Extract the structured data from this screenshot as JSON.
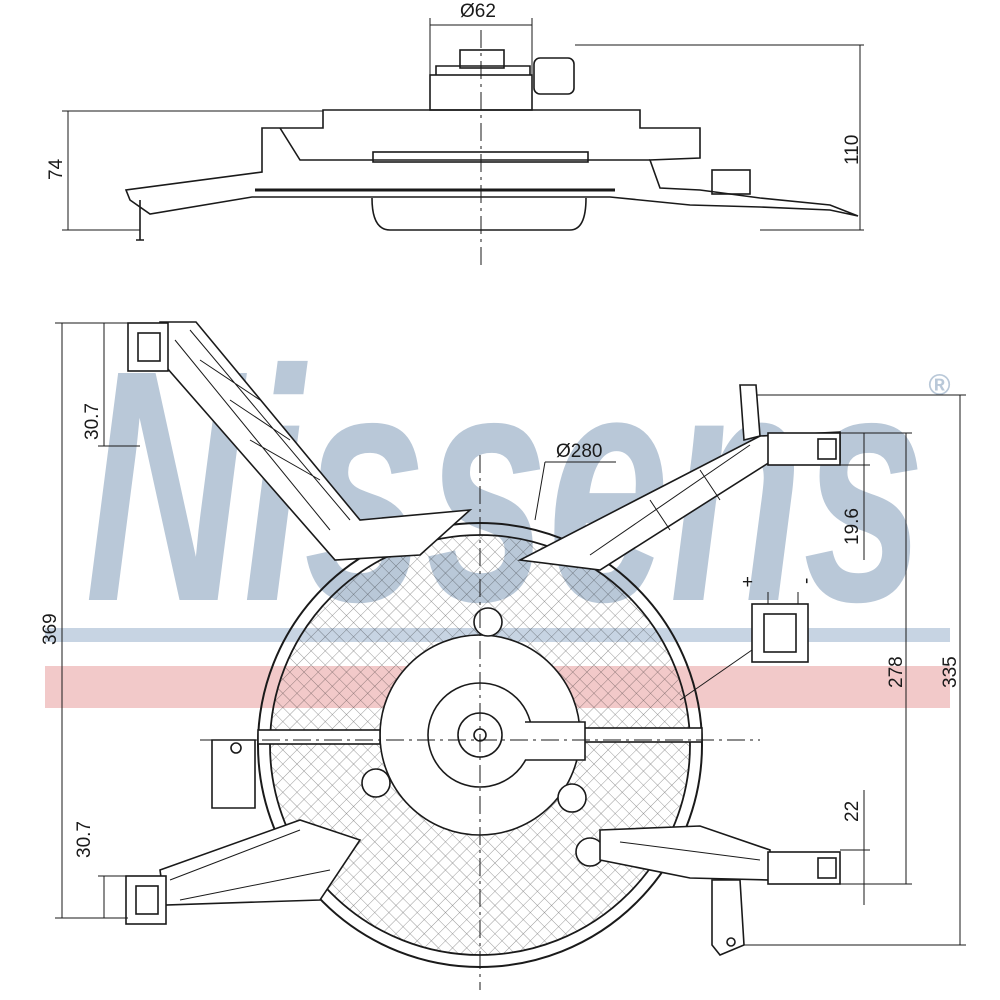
{
  "watermark": {
    "brand": "Nissens",
    "registered_mark": "®",
    "text_color": "#b9c8d8",
    "band_blue": "#c7d4e3",
    "band_red": "#f2c9c9"
  },
  "drawing": {
    "line_color": "#1a1a1a",
    "center_line_color": "#1a1a1a"
  },
  "dimensions": {
    "diameter_hub": "Ø62",
    "height_total": "110",
    "height_body": "74",
    "diameter_fan": "Ø280",
    "height_overall": "369",
    "mount_offset_top_left": "30.7",
    "mount_offset_bottom_left": "30.7",
    "mount_offset_top_right": "19.6",
    "mount_span_right": "278",
    "width_right": "335",
    "mount_offset_bottom_right": "22"
  },
  "connector": {
    "plus_label": "+",
    "minus_label": "-"
  }
}
